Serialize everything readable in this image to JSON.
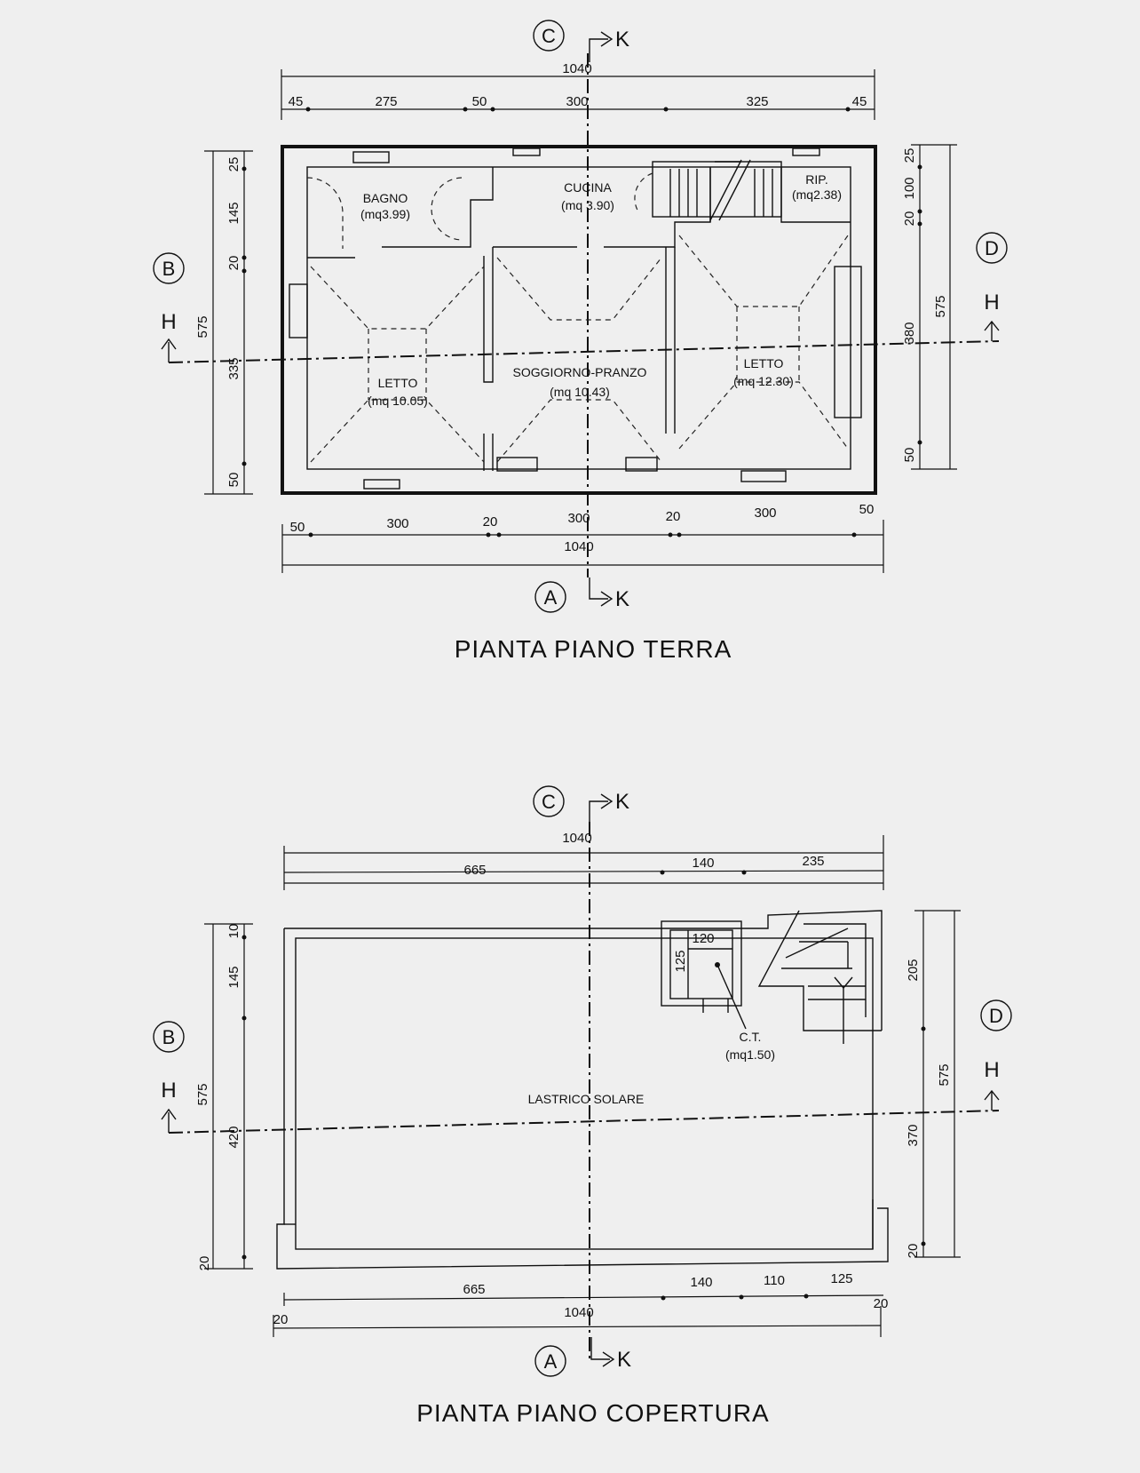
{
  "plans": [
    {
      "title": "PIANTA PIANO TERRA",
      "markers": {
        "top": "C",
        "bottom": "A",
        "left": "B",
        "right": "D",
        "section_k": "K",
        "section_h": "H"
      },
      "dims_top_total": "1040",
      "dims_top": [
        "45",
        "275",
        "50",
        "300",
        "325",
        "45"
      ],
      "dims_bottom": [
        "50",
        "300",
        "20",
        "300",
        "20",
        "300",
        "50"
      ],
      "dims_bottom_total": "1040",
      "dims_left": [
        "25",
        "145",
        "20",
        "335",
        "50"
      ],
      "dims_left_total": "575",
      "dims_right": [
        "25",
        "100",
        "20",
        "380",
        "50"
      ],
      "dims_right_total": "575",
      "rooms": [
        {
          "name": "BAGNO",
          "area": "(mq3.99)"
        },
        {
          "name": "CUCINA",
          "area": "(mq  3.90)"
        },
        {
          "name": "RIP.",
          "area": "(mq2.38)"
        },
        {
          "name": "LETTO",
          "area": "(mq  10.05)"
        },
        {
          "name": "SOGGIORNO-PRANZO",
          "area": "(mq  10.43)"
        },
        {
          "name": "LETTO",
          "area": "(mq  12.30)"
        }
      ]
    },
    {
      "title": "PIANTA PIANO COPERTURA",
      "markers": {
        "top": "C",
        "bottom": "A",
        "left": "B",
        "right": "D",
        "section_k": "K",
        "section_h": "H"
      },
      "dims_top_total": "1040",
      "dims_top": [
        "665",
        "140",
        "235"
      ],
      "dims_bottom": [
        "665",
        "140",
        "110",
        "125"
      ],
      "dims_bottom_total": "1040",
      "dims_bottom_ends": [
        "20",
        "20"
      ],
      "dims_left": [
        "10",
        "145",
        "420",
        "20"
      ],
      "dims_left_total": "575",
      "dims_right": [
        "205",
        "370",
        "20"
      ],
      "dims_right_total": "575",
      "ct_box": [
        "120",
        "125"
      ],
      "rooms": [
        {
          "name": "C.T.",
          "area": "(mq1.50)"
        },
        {
          "name": "LASTRICO SOLARE",
          "area": ""
        }
      ]
    }
  ]
}
